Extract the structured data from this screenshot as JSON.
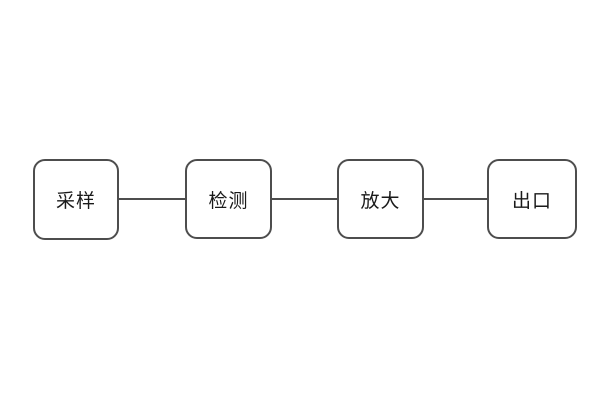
{
  "diagram": {
    "type": "flowchart",
    "direction": "horizontal",
    "nodes": [
      {
        "id": "sampling",
        "label": "采样"
      },
      {
        "id": "detection",
        "label": "检测"
      },
      {
        "id": "amplification",
        "label": "放大"
      },
      {
        "id": "outlet",
        "label": "出口"
      }
    ],
    "connections": [
      {
        "from": "sampling",
        "to": "detection"
      },
      {
        "from": "detection",
        "to": "amplification"
      },
      {
        "from": "amplification",
        "to": "outlet"
      }
    ],
    "colors": {
      "background": "#ffffff",
      "node_border": "#4d4d4d",
      "node_fill": "#ffffff",
      "connector": "#4d4d4d",
      "text": "#1a1a1a"
    }
  }
}
